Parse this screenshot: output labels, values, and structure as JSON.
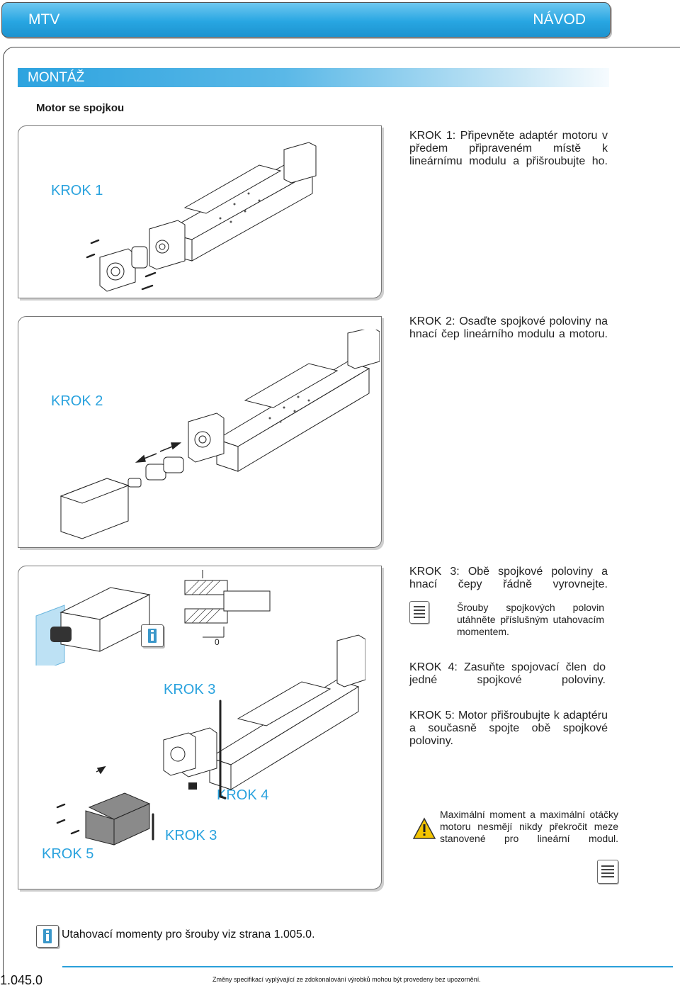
{
  "header": {
    "left": "MTV",
    "right": "NÁVOD"
  },
  "section": {
    "title": "MONTÁŽ"
  },
  "subtitle": "Motor se spojkou",
  "steps": {
    "krok1": "KROK 1",
    "krok2": "KROK 2",
    "krok3a": "KROK 3",
    "krok3b": "KROK 3",
    "krok4": "KROK 4",
    "krok5": "KROK 5",
    "zero": "0"
  },
  "texts": {
    "step1": "KROK 1: Připevněte adaptér motoru v předem připraveném místě k lineárnímu modulu a přišroubujte ho.",
    "step2": "KROK 2: Osaďte spojkové poloviny na hnací čep lineárního modulu a motoru.",
    "step3": "KROK 3: Obě spojkové poloviny a hnací čepy řádně vyrovnejte.",
    "screws": "Šrouby spojkových polovin utáhněte příslušným utahovacím momentem.",
    "step4": "KROK 4: Zasuňte spojovací člen do jedné spojkové poloviny.",
    "step5": "KROK 5: Motor přišroubujte k adaptéru a současně spojte obě spojkové poloviny.",
    "warning": "Maximální moment a maximální otáčky motoru nesmějí nikdy překročit meze stanovené pro lineární modul."
  },
  "note": "Utahovací momenty pro šrouby viz strana 1.005.0.",
  "footer": {
    "page": "1.045.0",
    "disclaimer": "Změny specifikací vyplývající ze zdokonalování výrobků mohou být provedeny bez upozornění."
  },
  "colors": {
    "accent": "#29a2de",
    "header_top": "#6fc8f0",
    "header_bottom": "#1d93cf",
    "warning": "#f3c400"
  },
  "icons": [
    "info-icon",
    "document-icon",
    "warning-icon",
    "arrow-icon"
  ]
}
